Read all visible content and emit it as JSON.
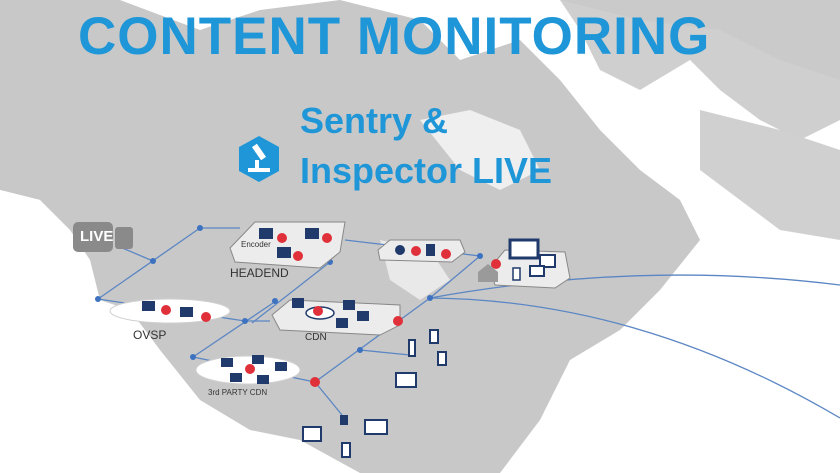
{
  "title": "CONTENT  MONITORING",
  "product": {
    "line1": "Sentry &",
    "line2": "Inspector LIVE",
    "icon": "microscope-icon"
  },
  "nodes": {
    "live_source": "LIVE",
    "headend": "HEADEND",
    "encoder": "Encoder",
    "ovsp": "OVSP",
    "cdn": "CDN",
    "third_party_cdn": "3rd PARTY CDN"
  },
  "colors": {
    "accent": "#1e96d7",
    "map_land": "#c8c8c8",
    "network_line": "#5b86c4",
    "probe": "#e0303a",
    "device": "#1f3a6b"
  }
}
